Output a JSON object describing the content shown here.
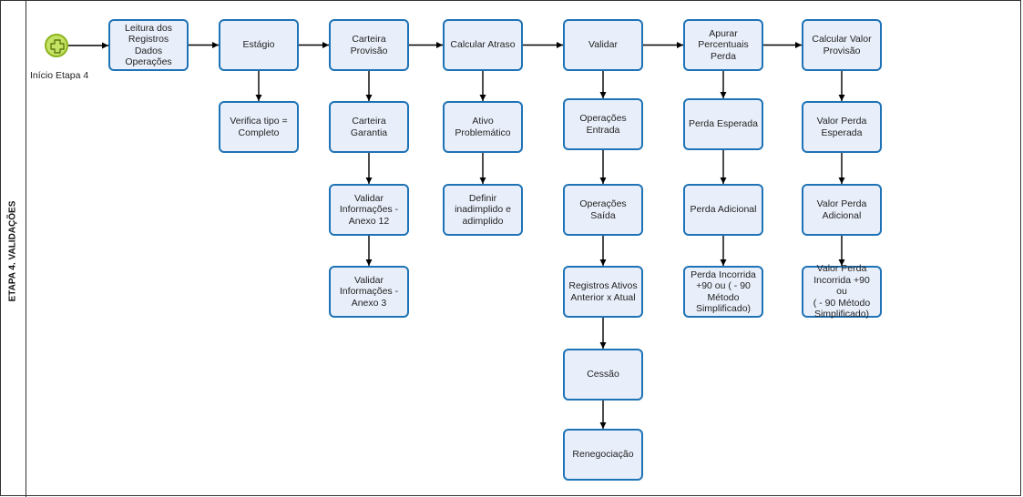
{
  "lane": {
    "label": "ETAPA 4. VALIDAÇÕES"
  },
  "start_event": {
    "label": "Início Etapa 4",
    "icon": "plus-icon"
  },
  "colors": {
    "node_fill": "#e9effa",
    "node_border": "#1e73b6",
    "start_fill": "#c6e264",
    "start_border": "#8bb31e",
    "edge": "#000000"
  },
  "nodes": {
    "leitura": "Leitura dos\nRegistros Dados\nOperações",
    "estagio": "Estágio",
    "carteira_provisao": "Carteira Provisão",
    "calcular_atraso": "Calcular Atraso",
    "validar": "Validar",
    "apurar_percentuais": "Apurar\nPercentuais\nPerda",
    "calcular_valor_provisao": "Calcular Valor\nProvisão",
    "verifica_tipo": "Verifica tipo =\nCompleto",
    "carteira_garantia": "Carteira Garantia",
    "validar_anexo12": "Validar\nInformações -\nAnexo 12",
    "validar_anexo3": "Validar\nInformações -\nAnexo 3",
    "ativo_problematico": "Ativo\nProblemático",
    "definir_inadimplido": "Definir\ninadimplido e\nadimplido",
    "operacoes_entrada": "Operações\nEntrada",
    "operacoes_saida": "Operações\nSaída",
    "registros_ativos": "Registros Ativos\nAnterior x Atual",
    "cessao": "Cessão",
    "renegociacao": "Renegociação",
    "perda_esperada": "Perda Esperada",
    "perda_adicional": "Perda Adicional",
    "perda_incorrida": "Perda Incorrida\n+90 ou  ( - 90\nMétodo\nSimplificado)",
    "valor_perda_esperada": "Valor Perda\nEsperada",
    "valor_perda_adicional": "Valor Perda\nAdicional",
    "valor_perda_incorrida": "Valor Perda\nIncorrida +90 ou\n( - 90  Método\nSimplificado)"
  },
  "edges": [
    [
      "start",
      "leitura"
    ],
    [
      "leitura",
      "estagio"
    ],
    [
      "estagio",
      "carteira_provisao"
    ],
    [
      "carteira_provisao",
      "calcular_atraso"
    ],
    [
      "calcular_atraso",
      "validar"
    ],
    [
      "validar",
      "apurar_percentuais"
    ],
    [
      "apurar_percentuais",
      "calcular_valor_provisao"
    ],
    [
      "estagio",
      "verifica_tipo"
    ],
    [
      "carteira_provisao",
      "carteira_garantia"
    ],
    [
      "carteira_garantia",
      "validar_anexo12"
    ],
    [
      "validar_anexo12",
      "validar_anexo3"
    ],
    [
      "calcular_atraso",
      "ativo_problematico"
    ],
    [
      "ativo_problematico",
      "definir_inadimplido"
    ],
    [
      "validar",
      "operacoes_entrada"
    ],
    [
      "operacoes_entrada",
      "operacoes_saida"
    ],
    [
      "operacoes_saida",
      "registros_ativos"
    ],
    [
      "registros_ativos",
      "cessao"
    ],
    [
      "cessao",
      "renegociacao"
    ],
    [
      "apurar_percentuais",
      "perda_esperada"
    ],
    [
      "perda_esperada",
      "perda_adicional"
    ],
    [
      "perda_adicional",
      "perda_incorrida"
    ],
    [
      "calcular_valor_provisao",
      "valor_perda_esperada"
    ],
    [
      "valor_perda_esperada",
      "valor_perda_adicional"
    ],
    [
      "valor_perda_adicional",
      "valor_perda_incorrida"
    ]
  ]
}
